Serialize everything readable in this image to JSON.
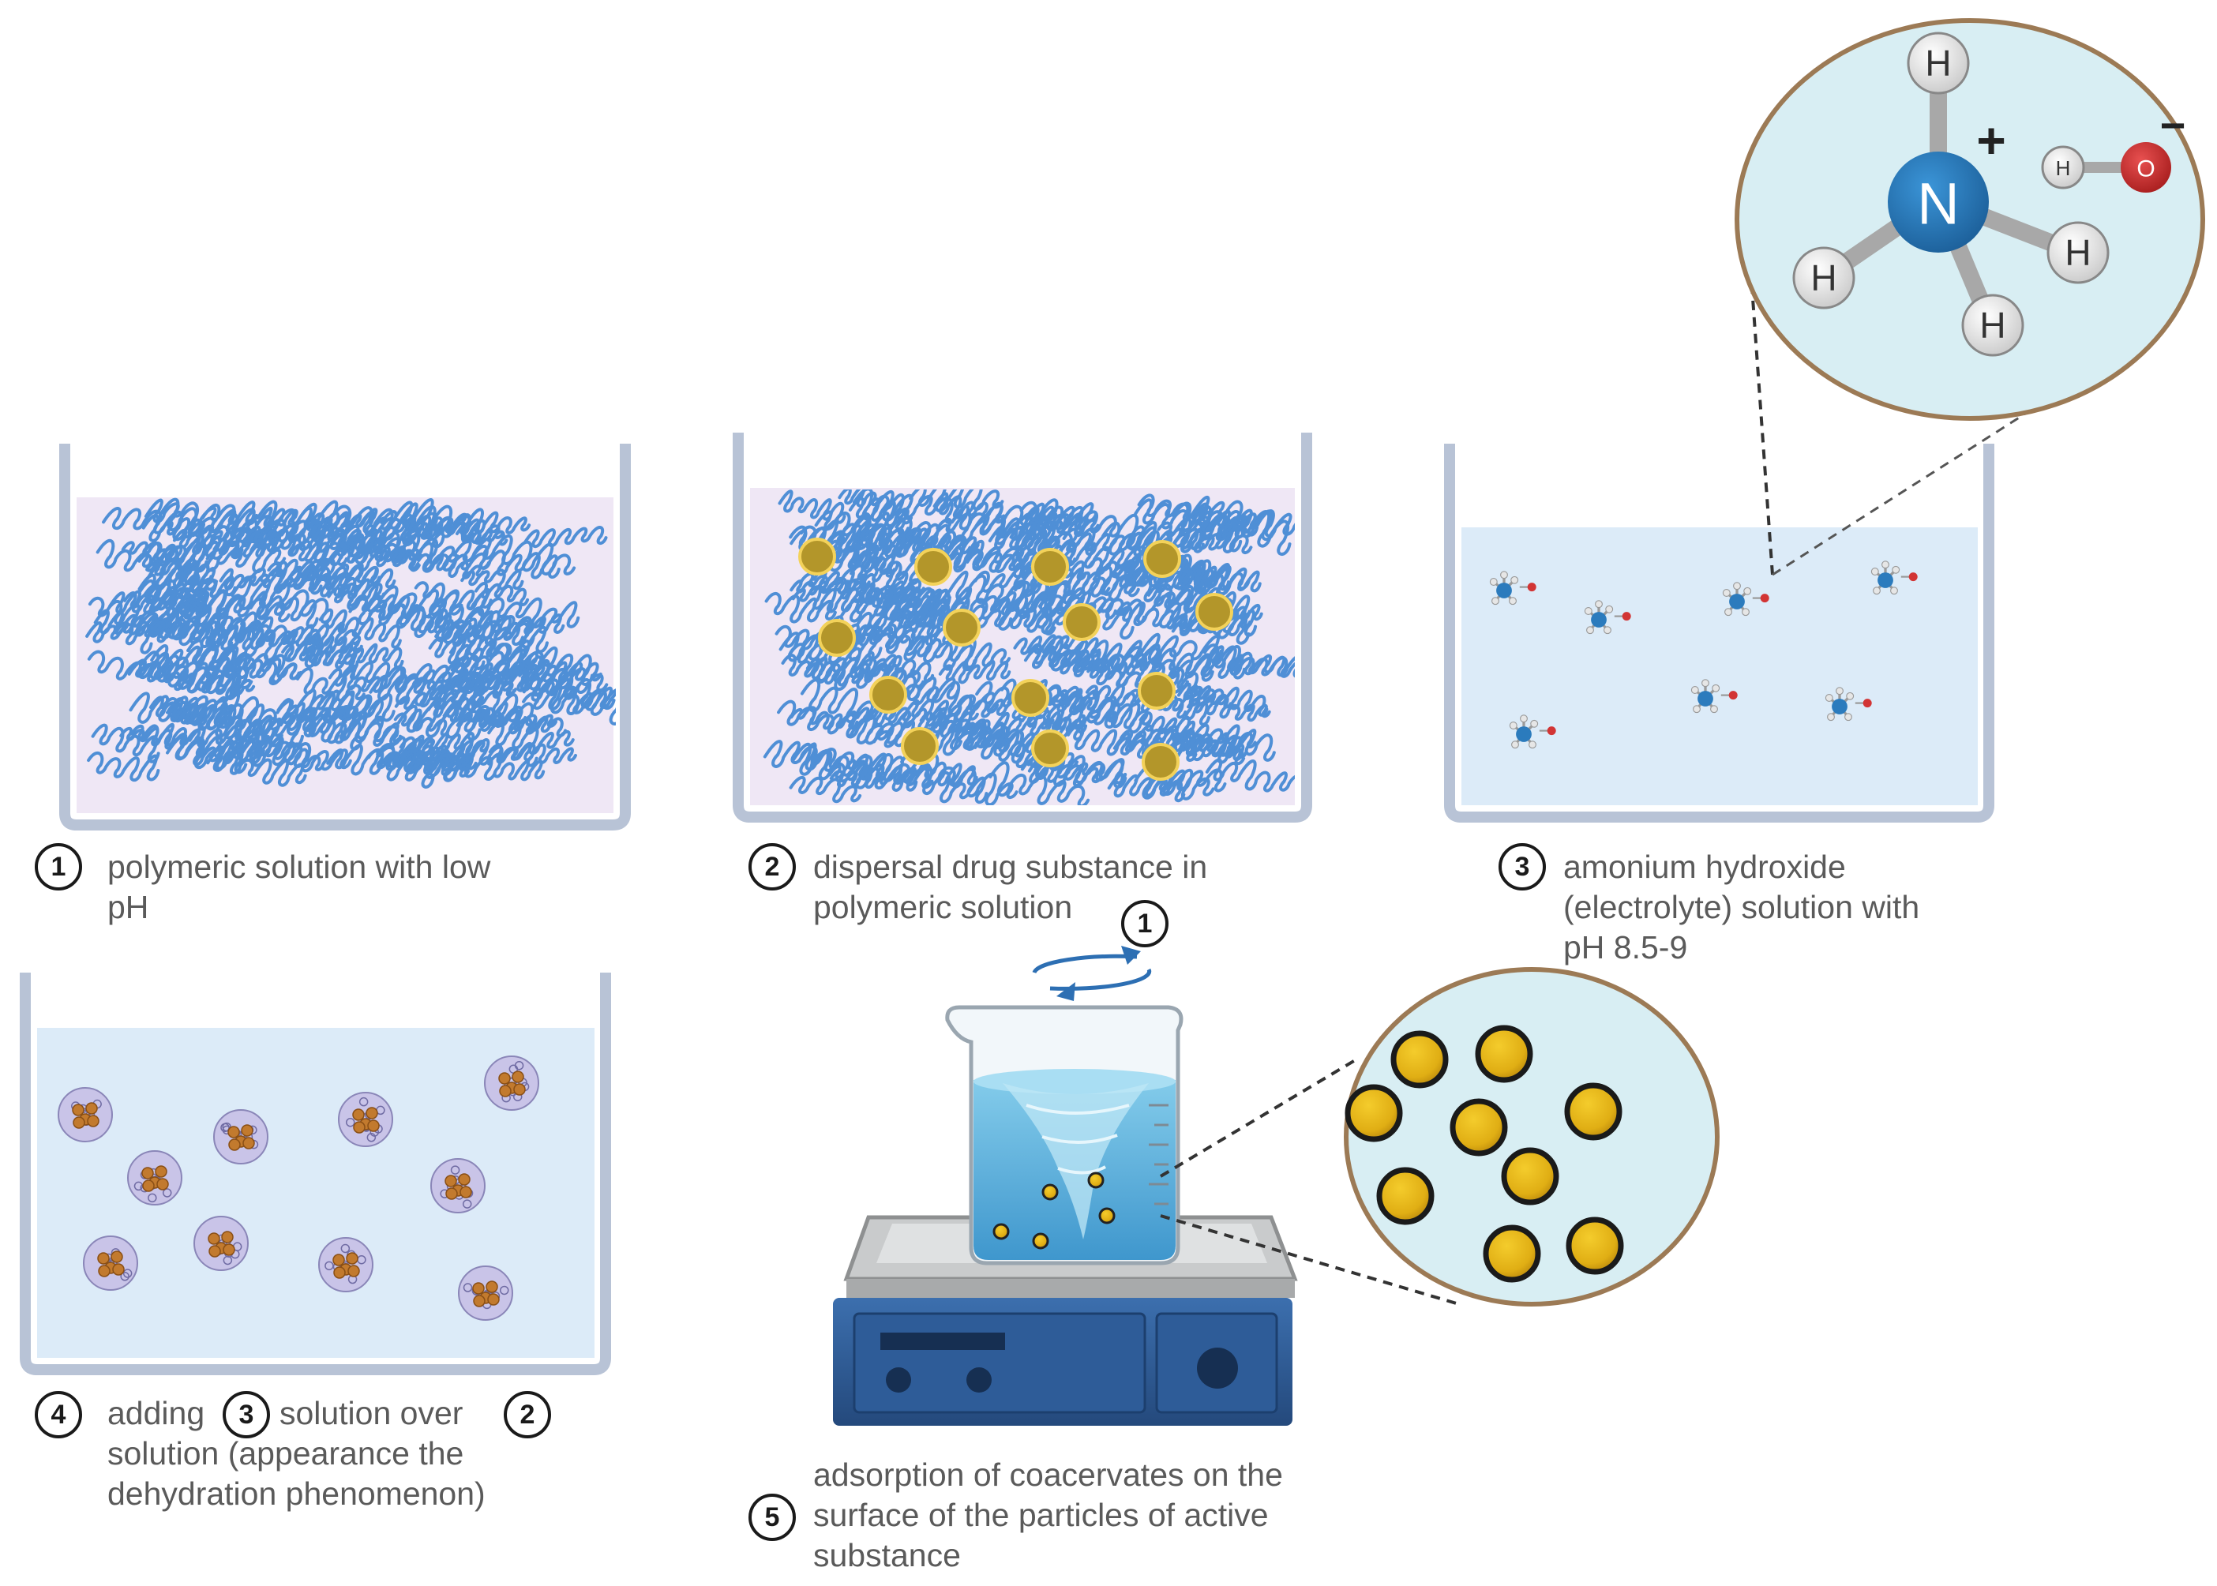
{
  "steps": [
    {
      "number": "1",
      "lines": [
        "polymeric solution with low",
        "pH"
      ]
    },
    {
      "number": "2",
      "lines": [
        "dispersal drug substance in",
        "polymeric solution"
      ]
    },
    {
      "number": "3",
      "lines": [
        "amonium hydroxide",
        "(electrolyte) solution with",
        "pH 8.5-9"
      ]
    },
    {
      "number": "4",
      "parts": [
        "adding",
        "solution over",
        "solution (appearance the",
        "dehydration phenomenon)"
      ],
      "ref_a": "3",
      "ref_b": "2"
    },
    {
      "number": "5",
      "lines": [
        "adsorption of coacervates on the",
        "surface of the particles of active",
        "substance"
      ]
    }
  ],
  "stirrer_ref": "1",
  "molecule": {
    "center": "N",
    "charge": "+",
    "ligand": "H",
    "anion_h": "H",
    "anion_o": "O",
    "anion_charge": "−"
  },
  "colors": {
    "beaker_wall": "#b8c3d6",
    "solution_pink": "#efe7f5",
    "solution_blue": "#dcebf8",
    "polymer_blue": "#4f8fd6",
    "particle_gold": "#c2a42c",
    "inset_fill": "#d8eef3",
    "inset_border": "#9c7a55",
    "nitrogen": "#2b7bbd",
    "oxygen": "#d23434",
    "hotplate": "#2f5d96"
  }
}
